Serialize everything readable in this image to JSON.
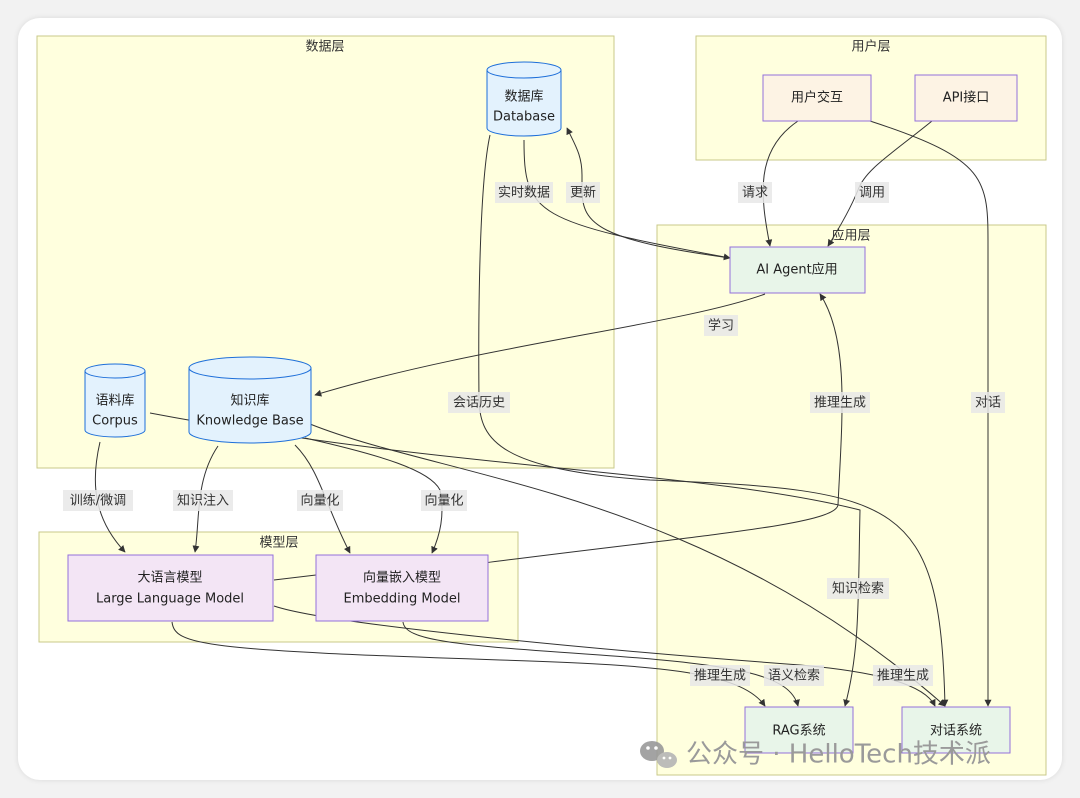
{
  "clusters": {
    "data_layer": "数据层",
    "user_layer": "用户层",
    "app_layer": "应用层",
    "model_layer": "模型层"
  },
  "nodes": {
    "database": [
      "数据库",
      "Database"
    ],
    "corpus": [
      "语料库",
      "Corpus"
    ],
    "knowledge_base": [
      "知识库",
      "Knowledge Base"
    ],
    "user_interaction": [
      "用户交互"
    ],
    "api": [
      "API接口"
    ],
    "ai_agent": [
      "AI Agent应用"
    ],
    "llm": [
      "大语言模型",
      "Large Language Model"
    ],
    "embedding": [
      "向量嵌入模型",
      "Embedding Model"
    ],
    "rag": [
      "RAG系统"
    ],
    "dialog": [
      "对话系统"
    ]
  },
  "edge_labels": {
    "realtime_data": "实时数据",
    "update": "更新",
    "request": "请求",
    "invoke": "调用",
    "learn": "学习",
    "session_history": "会话历史",
    "reasoning_gen_1": "推理生成",
    "dialog": "对话",
    "train_finetune": "训练/微调",
    "knowledge_inject": "知识注入",
    "vectorize_1": "向量化",
    "vectorize_2": "向量化",
    "knowledge_retrieval": "知识检索",
    "reasoning_gen_2": "推理生成",
    "semantic_search": "语义检索",
    "reasoning_gen_3": "推理生成"
  },
  "watermark": {
    "text": "公众号 · HelloTech技术派",
    "icon": "wechat-icon"
  },
  "colors": {
    "cluster_fill": "#ffffde",
    "cylinder_fill": "#e3f2fd",
    "user_node_fill": "#fdf3e4",
    "app_node_fill": "#e8f5e9",
    "model_node_fill": "#f3e5f5"
  }
}
